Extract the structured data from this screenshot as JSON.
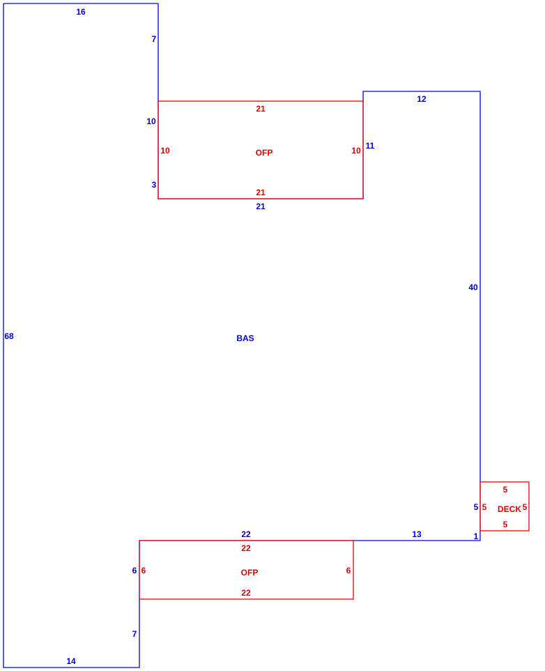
{
  "colors": {
    "main_outline": "#0000ee",
    "addition_outline": "#ee0000",
    "main_text": "#0000cc",
    "addition_text": "#dd0000"
  },
  "areas": {
    "bas": {
      "label": "BAS"
    },
    "ofp_top": {
      "label": "OFP"
    },
    "ofp_bottom": {
      "label": "OFP"
    },
    "deck": {
      "label": "DECK"
    }
  },
  "bas_dims": {
    "top": "16",
    "upper_notch_side": "7",
    "notch_side_a": "10",
    "notch_side_b": "3",
    "notch_bottom": "21",
    "right_top": "12",
    "right_step": "11",
    "right_long": "40",
    "right_lower": "5",
    "right_corner": "1",
    "bottom_right": "13",
    "bottom_mid": "22",
    "left_inner_upper": "6",
    "left_inner_lower": "7",
    "bottom_left": "14",
    "left": "68"
  },
  "ofp_top_dims": {
    "top": "21",
    "bottom": "21",
    "left": "10",
    "right": "10"
  },
  "ofp_bottom_dims": {
    "top": "22",
    "bottom": "22",
    "left": "6",
    "right": "6"
  },
  "deck_dims": {
    "top": "5",
    "bottom": "5",
    "left": "5",
    "right": "5"
  }
}
